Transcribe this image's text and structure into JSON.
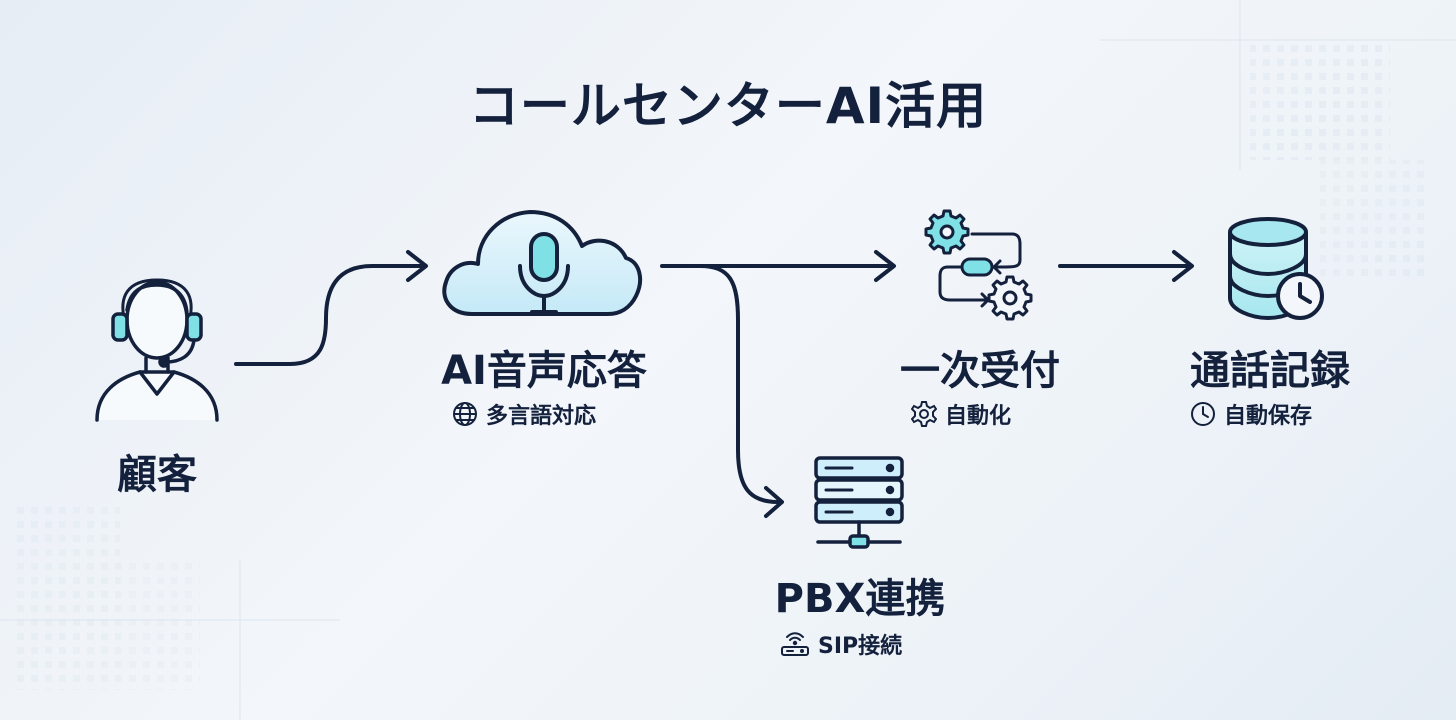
{
  "title": "コールセンターAI活用",
  "colors": {
    "ink": "#14213d",
    "accent": "#7fe0e6",
    "accent_light": "#cdeefa"
  },
  "nodes": {
    "customer": {
      "label": "顧客",
      "icon": "headset-person-icon"
    },
    "ai_voice": {
      "label": "AI音声応答",
      "icon": "cloud-microphone-icon",
      "sub_label": "多言語対応",
      "sub_icon": "globe-icon"
    },
    "reception": {
      "label": "一次受付",
      "icon": "gears-workflow-icon",
      "sub_label": "自動化",
      "sub_icon": "gear-icon"
    },
    "records": {
      "label": "通話記録",
      "icon": "database-clock-icon",
      "sub_label": "自動保存",
      "sub_icon": "clock-icon"
    },
    "pbx": {
      "label": "PBX連携",
      "icon": "server-rack-icon",
      "sub_label": "SIP接続",
      "sub_icon": "router-wifi-icon"
    }
  }
}
